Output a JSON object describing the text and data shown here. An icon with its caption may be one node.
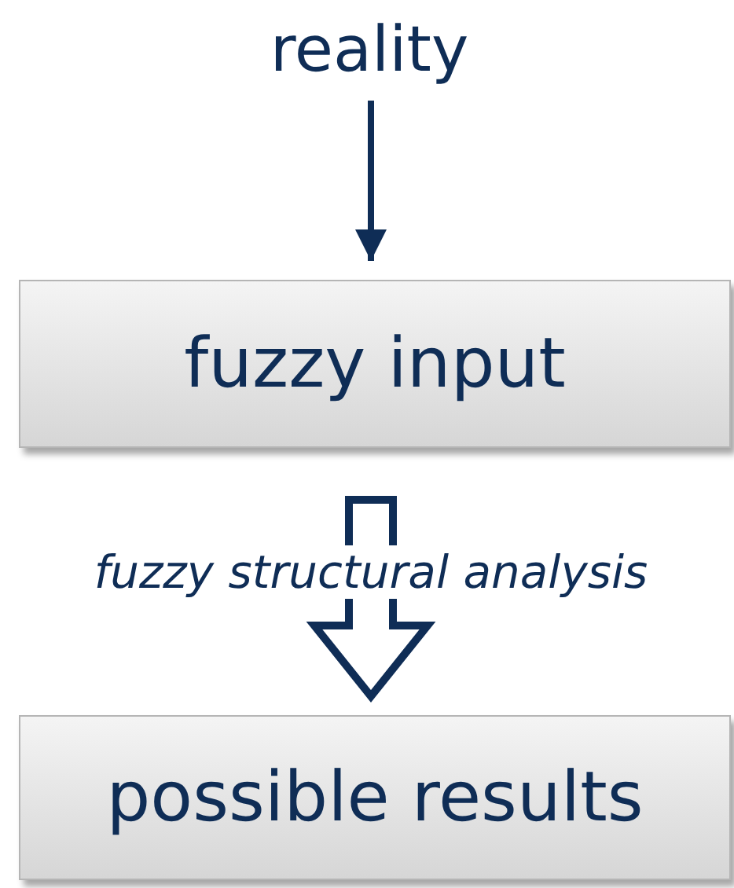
{
  "diagram": {
    "nodes": [
      {
        "text": [
          "reality"
        ]
      },
      {
        "text": [
          "fuzzy input"
        ]
      },
      {
        "text": [
          "possible results"
        ]
      }
    ],
    "edges": [
      {
        "from": 0,
        "to": 1,
        "arrow": "to"
      },
      {
        "from": 1,
        "to": 2,
        "arrow": "to",
        "label": "fuzzy structural analysis",
        "style": "thick"
      }
    ]
  }
}
